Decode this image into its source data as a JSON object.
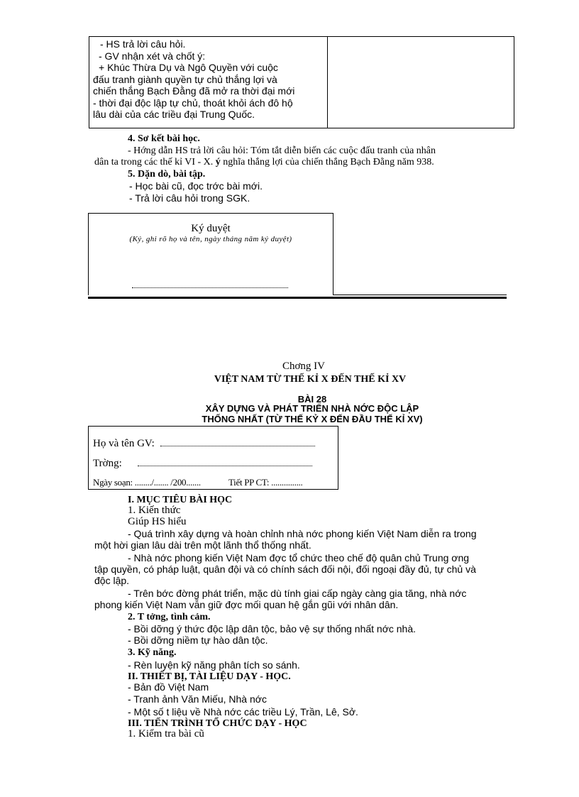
{
  "top_table": {
    "lines": [
      "- HS trả lời câu hỏi.",
      "- GV nhận xét và chốt ý:",
      "+ Khúc Thừa Dụ và Ngô Quyền với cuộc",
      "đấu tranh giành quyền tự chủ thắng lợi và",
      "chiến thắng Bạch Đằng đã mở ra thời đại mới",
      "- thời đại độc lập tự chủ, thoát khỏi ách đô hộ",
      "lâu dài của các triều đại Trung Quốc."
    ]
  },
  "section4": {
    "heading": "4. Sơ kết bài học.",
    "line1": "- Hớng    dẫn HS trả lời câu hỏi: Tóm tắt diễn biến các cuộc đấu tranh của nhân",
    "line2a": "dân ta trong các thế kỉ VI - X.",
    "line2b": "ý",
    "line2c": "nghĩa thắng lợi của chiến thắng Bạch Đằng năm 938."
  },
  "section5": {
    "heading": "5. Dặn dò, bài tập.",
    "items": [
      "- Học bài cũ, đọc trớc    bài mới.",
      "- Trả lời câu hỏi trong SGK."
    ]
  },
  "signoff": {
    "title": "Ký duyệt",
    "subtitle": "(Ký, ghi rõ họ và tên, ngày tháng năm ký duyệt)"
  },
  "chapter": {
    "label": "Chơng   IV",
    "title": "VIỆT NAM TỪ THẾ KỈ X ĐẾN THẾ KỈ XV",
    "lesson": "BÀI 28",
    "lesson_title1": "XÂY DỰNG VÀ PHÁT TRIỂN NHÀ NỚC    ĐỘC LẬP",
    "lesson_title2": "THỐNG NHẤT (TỪ THẾ KỶ X ĐẾN ĐẦU THẾ KỈ XV)"
  },
  "info_box": {
    "teacher_label": "Họ và tên GV:",
    "school_label": "Trờng:",
    "date_label": "Ngày soạn: ......../....... /200.......",
    "period_label": "Tiết PP CT: ..............."
  },
  "body": {
    "s1_heading": "I. MỤC TIÊU BÀI HỌC",
    "s1_1": "1. Kiến thức",
    "s1_help": "Giúp HS hiểu",
    "p1a": "- Quá trình xây dựng và hoàn chỉnh nhà nớc    phong kiến Việt Nam diễn ra trong",
    "p1b": "một hời gian lâu dài trên một lãnh thổ thống nhất.",
    "p2a": "- Nhà nớc    phong kiến Việt Nam đợc    tổ chức theo chế độ quân chủ Trung ơng",
    "p2b": "tập quyền, có pháp luật, quân đội và có chính sách đối nội, đối ngoại đầy đủ, tự chủ và",
    "p2c": "độc lập.",
    "p3a": "- Trên bớc    đờng    phát triển, mặc dù tính giai cấp ngày càng gia tăng, nhà nớc",
    "p3b": "phong kiến Việt Nam vẫn giữ đợc    mối quan hệ gắn gũi với nhân dân.",
    "s2": "2. T    tởng,    tình cảm.",
    "s2_i1": "- Bồi dỡng    ý thức độc lập dân tộc, bảo vệ sự thống nhất nớc    nhà.",
    "s2_i2": "- Bồi dỡng    niềm tự hào dân tộc.",
    "s3": "3. Kỹ năng.",
    "s3_i1": "- Rèn luyện kỹ năng phân tích so sánh.",
    "s4_heading": "II. THIẾT BỊ, TÀI LIỆU DẠY - HỌC.",
    "s4_i1": "- Bản đồ Việt Nam",
    "s4_i2": "- Tranh ảnh Văn Miếu, Nhà nớc",
    "s4_i3": "- Một số t    liệu về Nhà nớc    các triều Lý, Trần, Lê, Sở.",
    "s5_heading": "III. TIẾN TRÌNH TỔ CHỨC DẠY - HỌC",
    "s5_1": "1. Kiểm tra bài cũ"
  }
}
